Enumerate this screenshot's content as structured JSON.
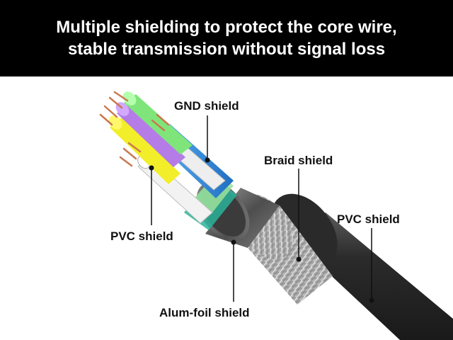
{
  "banner": {
    "line1": "Multiple shielding to protect the core wire,",
    "line2": "stable transmission without signal loss"
  },
  "labels": {
    "gnd": "GND shield",
    "braid": "Braid shield",
    "pvc_inner": "PVC shield",
    "pvc_outer": "PVC shield",
    "foil": "Alum-foil shield"
  },
  "colors": {
    "banner_bg": "#000000",
    "jacket": "#333333",
    "braid": "#b9b9b9",
    "foil": "#6f6f6f",
    "gnd_shield": "#2f8fe0",
    "wire_yellow": "#f2ee2a",
    "wire_green": "#7fe57a",
    "wire_purple": "#b57ce8",
    "wire_copper": "#c9794f"
  }
}
